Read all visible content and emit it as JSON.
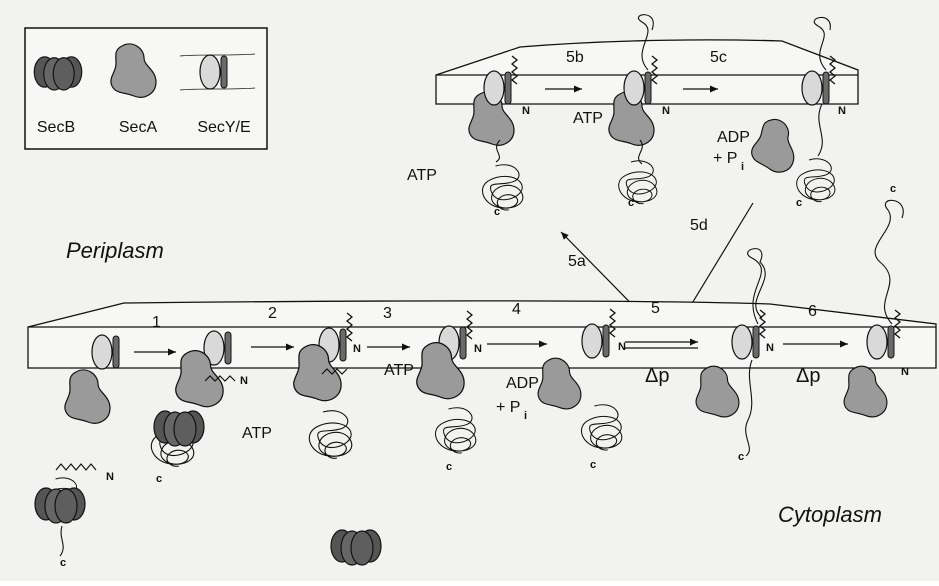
{
  "legend": {
    "items": [
      "SecB",
      "SecA",
      "SecY/E"
    ]
  },
  "regions": {
    "periplasm": "Periplasm",
    "cytoplasm": "Cytoplasm"
  },
  "steps": {
    "s1": "1",
    "s2": "2",
    "s3": "3",
    "s4": "4",
    "s5": "5",
    "s6": "6",
    "s5a": "5a",
    "s5b": "5b",
    "s5c": "5c",
    "s5d": "5d"
  },
  "energy": {
    "atp": "ATP",
    "adp": "ADP",
    "pi_plus": "+ P",
    "pi_sub": "i",
    "delta_p": "Δp"
  },
  "termini": {
    "n": "N",
    "c": "c"
  },
  "colors": {
    "background": "#f2f2f0",
    "membrane_fill": "#f7f7f5",
    "secA_fill": "#9a9a9a",
    "secB_fill": "#555555",
    "secY_fill": "#d9d9d9",
    "secE_fill": "#6a6a6a",
    "stroke": "#111111"
  }
}
